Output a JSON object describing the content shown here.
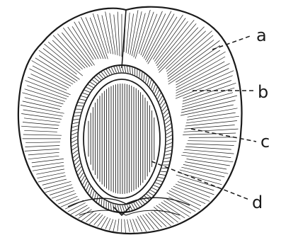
{
  "figure": {
    "labels": [
      {
        "id": "a",
        "text": "a"
      },
      {
        "id": "b",
        "text": "b"
      },
      {
        "id": "c",
        "text": "c"
      },
      {
        "id": "d",
        "text": "d"
      }
    ]
  }
}
